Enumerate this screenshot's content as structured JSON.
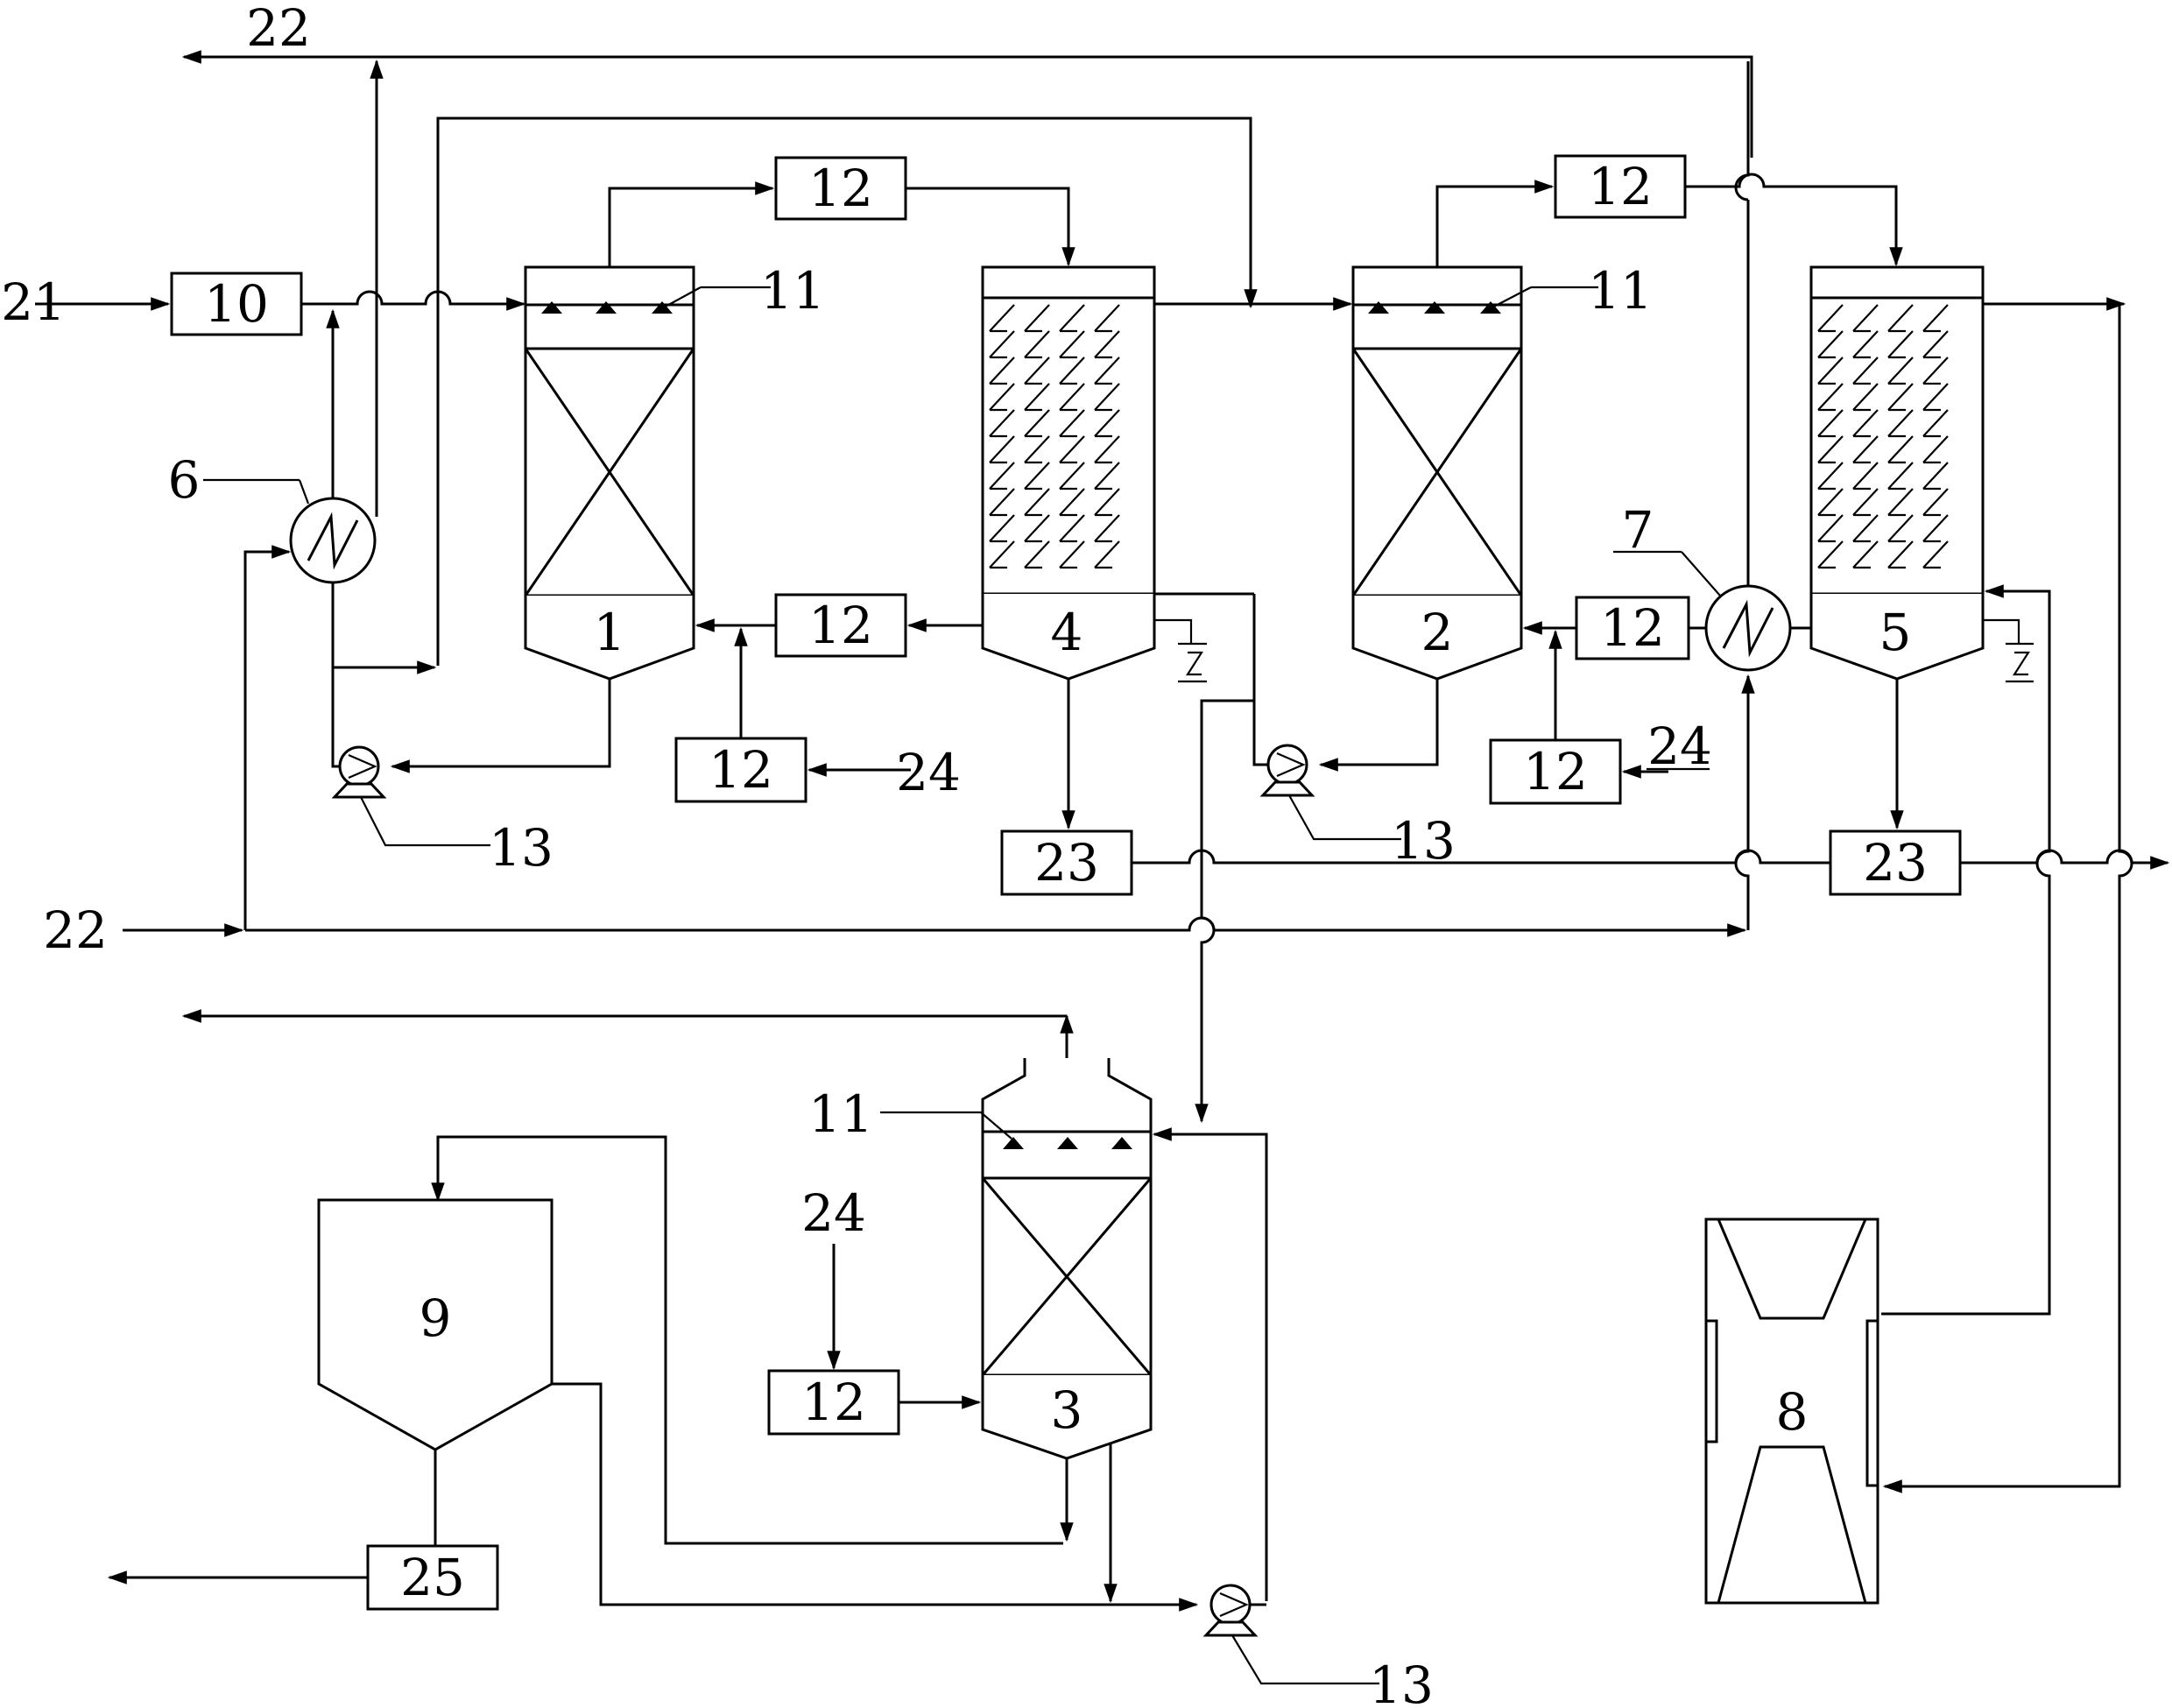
{
  "units": {
    "u1": "1",
    "u2": "2",
    "u3": "3",
    "u4": "4",
    "u5": "5",
    "u6": "6",
    "u7": "7",
    "u8": "8",
    "u9": "9",
    "u10": "10",
    "u11": "11",
    "u12": "12",
    "u13": "13",
    "u25": "25"
  },
  "streams": {
    "s21": "21",
    "s22": "22",
    "s23": "23",
    "s24": "24"
  },
  "colors": {
    "line": "#000000",
    "background": "#ffffff"
  }
}
